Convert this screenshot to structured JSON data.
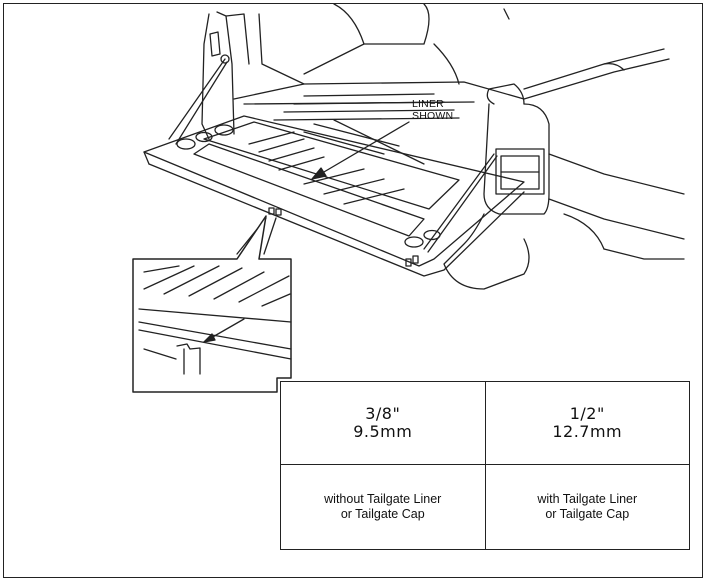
{
  "diagram": {
    "callout_label": {
      "line1": "LINER",
      "line2": "SHOWN"
    }
  },
  "spec_table": {
    "columns": [
      {
        "inch": "3/8\"",
        "mm": "9.5mm",
        "condition_line1": "without Tailgate Liner",
        "condition_line2": "or Tailgate Cap"
      },
      {
        "inch": "1/2\"",
        "mm": "12.7mm",
        "condition_line1": "with Tailgate Liner",
        "condition_line2": "or Tailgate Cap"
      }
    ]
  }
}
